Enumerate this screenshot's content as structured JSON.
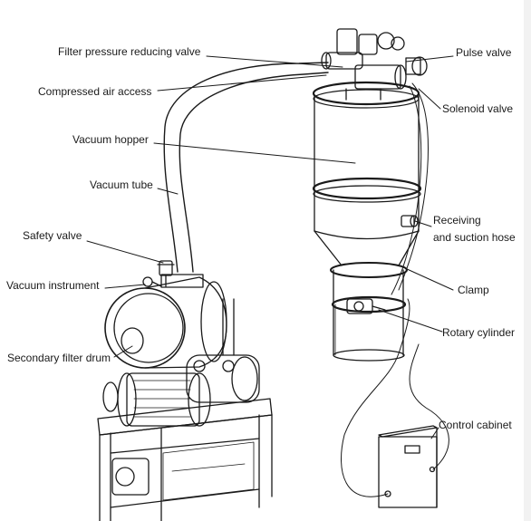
{
  "labels": {
    "filter_pressure_reducing_valve": "Filter pressure reducing valve",
    "compressed_air_access": "Compressed air access",
    "vacuum_hopper": "Vacuum hopper",
    "vacuum_tube": "Vacuum tube",
    "safety_valve": "Safety valve",
    "vacuum_instrument": "Vacuum instrument",
    "secondary_filter_drum": "Secondary filter drum",
    "pulse_valve": "Pulse valve",
    "solenoid_valve": "Solenoid valve",
    "receiving_line1": "Receiving",
    "receiving_line2": "and suction hose",
    "clamp": "Clamp",
    "rotary_cylinder": "Rotary cylinder",
    "control_cabinet": "Control cabinet"
  },
  "colors": {
    "line": "#1a1a1a",
    "background": "#ffffff"
  }
}
